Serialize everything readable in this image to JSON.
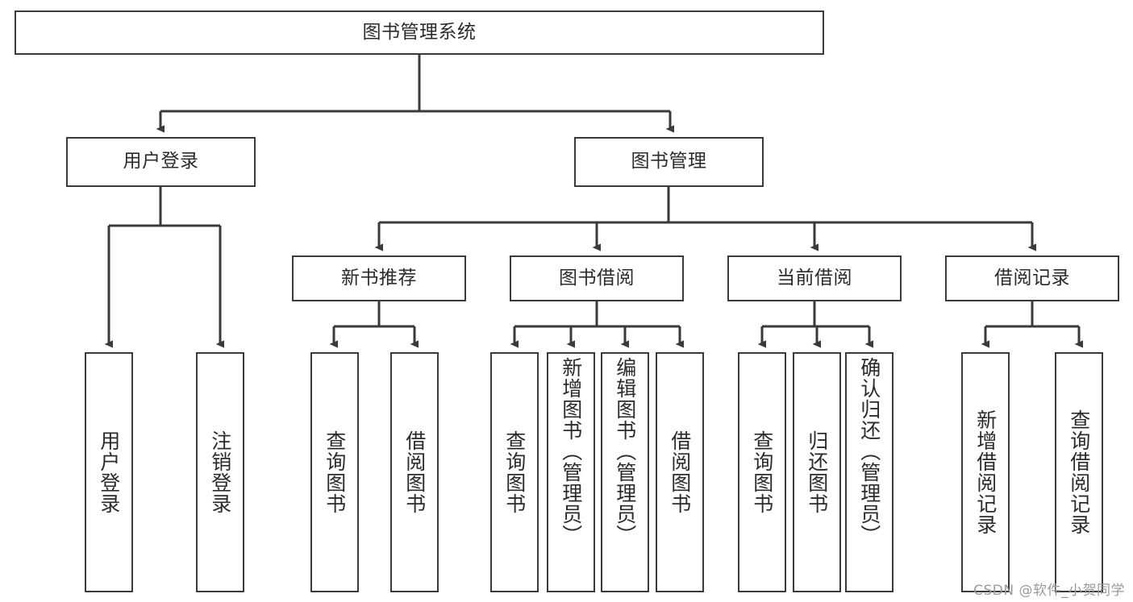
{
  "diagram": {
    "type": "tree-hierarchy-chart",
    "title": "图书管理系统",
    "watermark": "CSDN @软件_小贺同学",
    "colors": {
      "stroke": "#3a3a3a",
      "fill": "#ffffff",
      "text": "#2b2b2b",
      "watermark": "#9a9a9a"
    },
    "nodes": {
      "root": {
        "label": "图书管理系统"
      },
      "level2": [
        {
          "id": "user-login",
          "label": "用户登录"
        },
        {
          "id": "book-manage",
          "label": "图书管理"
        }
      ],
      "level3": [
        {
          "id": "new-book-rec",
          "label": "新书推荐"
        },
        {
          "id": "book-borrow",
          "label": "图书借阅"
        },
        {
          "id": "current-borrow",
          "label": "当前借阅"
        },
        {
          "id": "borrow-record",
          "label": "借阅记录"
        }
      ],
      "leaves": {
        "user_login": [
          {
            "id": "leaf-user-login",
            "label": "用户登录"
          },
          {
            "id": "leaf-logout",
            "label": "注销登录"
          }
        ],
        "new_book_rec": [
          {
            "id": "leaf-query-book-1",
            "label": "查询图书"
          },
          {
            "id": "leaf-borrow-book-1",
            "label": "借阅图书"
          }
        ],
        "book_borrow": [
          {
            "id": "leaf-query-book-2",
            "label": "查询图书"
          },
          {
            "id": "leaf-add-book",
            "label": "新增图书（管理员）"
          },
          {
            "id": "leaf-edit-book",
            "label": "编辑图书（管理员）"
          },
          {
            "id": "leaf-borrow-book-2",
            "label": "借阅图书"
          }
        ],
        "current_borrow": [
          {
            "id": "leaf-query-book-3",
            "label": "查询图书"
          },
          {
            "id": "leaf-return-book",
            "label": "归还图书"
          },
          {
            "id": "leaf-confirm-return",
            "label": "确认归还（管理员）"
          }
        ],
        "borrow_record": [
          {
            "id": "leaf-add-record",
            "label": "新增借阅记录"
          },
          {
            "id": "leaf-query-record",
            "label": "查询借阅记录"
          }
        ]
      }
    }
  }
}
